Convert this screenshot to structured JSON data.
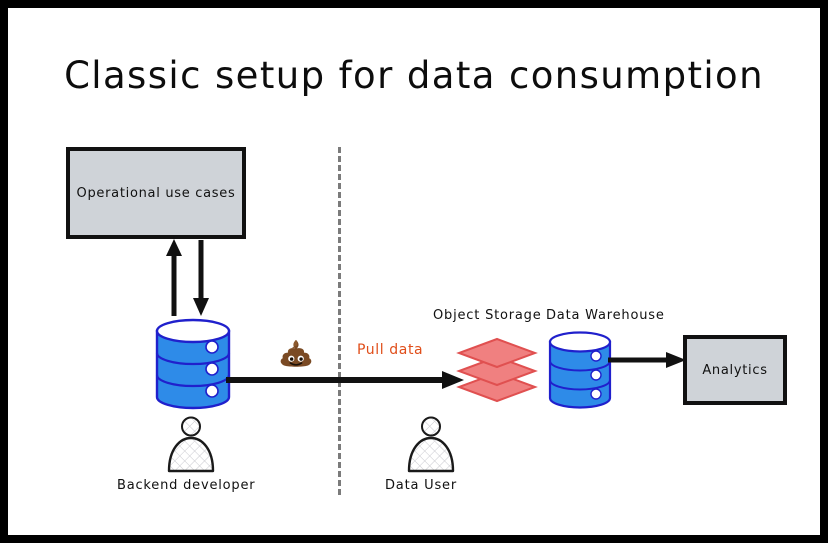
{
  "page": {
    "title": "Classic setup for data consumption",
    "background": "#ffffff",
    "frame_color": "#000000"
  },
  "colors": {
    "box_fill": "#cfd3d8",
    "box_border": "#111111",
    "database_fill": "#2e8be8",
    "database_stroke": "#2020cc",
    "object_storage_fill": "#f08080",
    "object_storage_stroke": "#e05050",
    "accent_text": "#e04e1a",
    "divider": "#7b7b7b",
    "arrow": "#111111"
  },
  "divider": {
    "name": "trust-boundary-divider",
    "style": "dashed-vertical"
  },
  "nodes": {
    "operational_use_cases": {
      "label": "Operational use cases",
      "shape": "rectangle",
      "side": "left"
    },
    "source_database": {
      "label": "",
      "shape": "cylinder",
      "side": "left",
      "icon": "database-icon"
    },
    "object_storage": {
      "label": "Object Storage",
      "shape": "layered-stack",
      "side": "right",
      "icon": "object-storage-icon"
    },
    "data_warehouse": {
      "label": "Data Warehouse",
      "shape": "cylinder",
      "side": "right",
      "icon": "database-icon"
    },
    "analytics": {
      "label": "Analytics",
      "shape": "rectangle",
      "side": "right"
    }
  },
  "actors": [
    {
      "label": "Backend developer",
      "icon": "person-icon",
      "side": "left"
    },
    {
      "label": "Data User",
      "icon": "person-icon",
      "side": "right"
    }
  ],
  "annotations": {
    "pull_data": {
      "label": "Pull data",
      "color": "#e04e1a"
    },
    "poop": {
      "icon": "poop-emoji",
      "label": ""
    }
  },
  "edges": [
    {
      "name": "db-to-operational",
      "direction": "up",
      "style": "solid-arrow"
    },
    {
      "name": "operational-to-db",
      "direction": "down",
      "style": "solid-arrow"
    },
    {
      "name": "db-to-object-storage",
      "direction": "right",
      "style": "solid-arrow"
    },
    {
      "name": "data-warehouse-to-analytics",
      "direction": "right",
      "style": "solid-arrow"
    }
  ]
}
